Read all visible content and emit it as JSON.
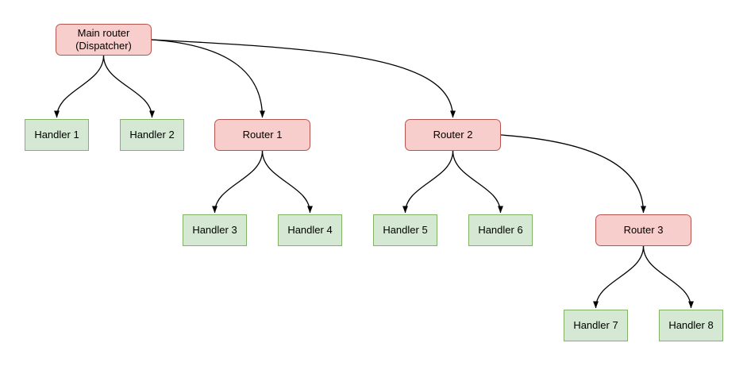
{
  "diagram": {
    "nodes": {
      "main": {
        "line1": "Main router",
        "line2": "(Dispatcher)",
        "type": "router"
      },
      "handler1": {
        "label": "Handler 1",
        "type": "handler"
      },
      "handler2": {
        "label": "Handler 2",
        "type": "handler"
      },
      "router1": {
        "label": "Router 1",
        "type": "router"
      },
      "handler3": {
        "label": "Handler 3",
        "type": "handler"
      },
      "handler4": {
        "label": "Handler 4",
        "type": "handler"
      },
      "router2": {
        "label": "Router 2",
        "type": "router"
      },
      "handler5": {
        "label": "Handler 5",
        "type": "handler"
      },
      "handler6": {
        "label": "Handler 6",
        "type": "handler"
      },
      "router3": {
        "label": "Router 3",
        "type": "router"
      },
      "handler7": {
        "label": "Handler 7",
        "type": "handler"
      },
      "handler8": {
        "label": "Handler 8",
        "type": "handler"
      }
    },
    "edges": [
      {
        "from": "main",
        "to": "handler1"
      },
      {
        "from": "main",
        "to": "handler2"
      },
      {
        "from": "main",
        "to": "router1"
      },
      {
        "from": "main",
        "to": "router2"
      },
      {
        "from": "router1",
        "to": "handler3"
      },
      {
        "from": "router1",
        "to": "handler4"
      },
      {
        "from": "router2",
        "to": "handler5"
      },
      {
        "from": "router2",
        "to": "handler6"
      },
      {
        "from": "router2",
        "to": "router3"
      },
      {
        "from": "router3",
        "to": "handler7"
      },
      {
        "from": "router3",
        "to": "handler8"
      }
    ],
    "styles": {
      "canvas_bg": "#ffffff",
      "router_fill": "#f8cecc",
      "router_stroke": "#b85450",
      "handler_fill": "#d5e8d4",
      "handler_stroke": "#82b366",
      "edge_color": "#000000",
      "text_color": "#000000"
    }
  }
}
